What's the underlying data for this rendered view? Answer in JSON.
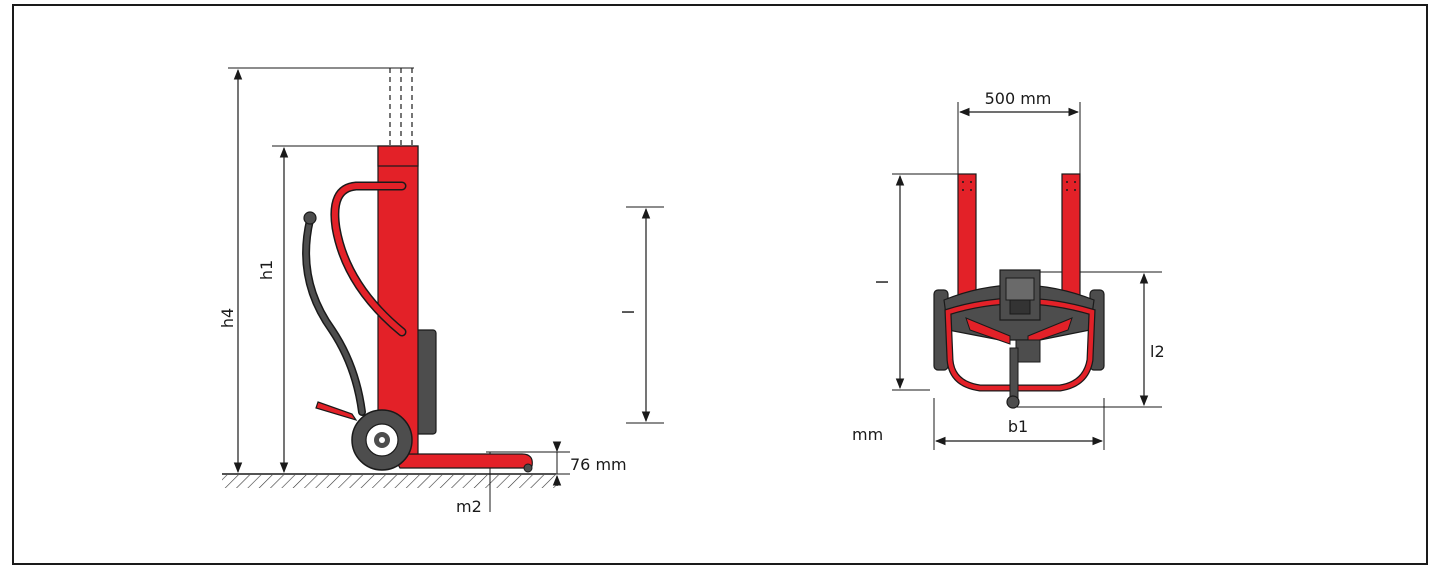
{
  "side_view": {
    "labels": {
      "h4": "h4",
      "h1": "h1",
      "l": "l",
      "ground_clearance": "76 mm",
      "m2": "m2"
    }
  },
  "front_view": {
    "labels": {
      "fork_spacing": "500 mm",
      "l": "l",
      "l2": "l2",
      "mm": "mm",
      "b1": "b1"
    }
  },
  "colors": {
    "frame_red": "#e32128",
    "dark_gray": "#4d4d4d",
    "line": "#1a1a1a"
  }
}
